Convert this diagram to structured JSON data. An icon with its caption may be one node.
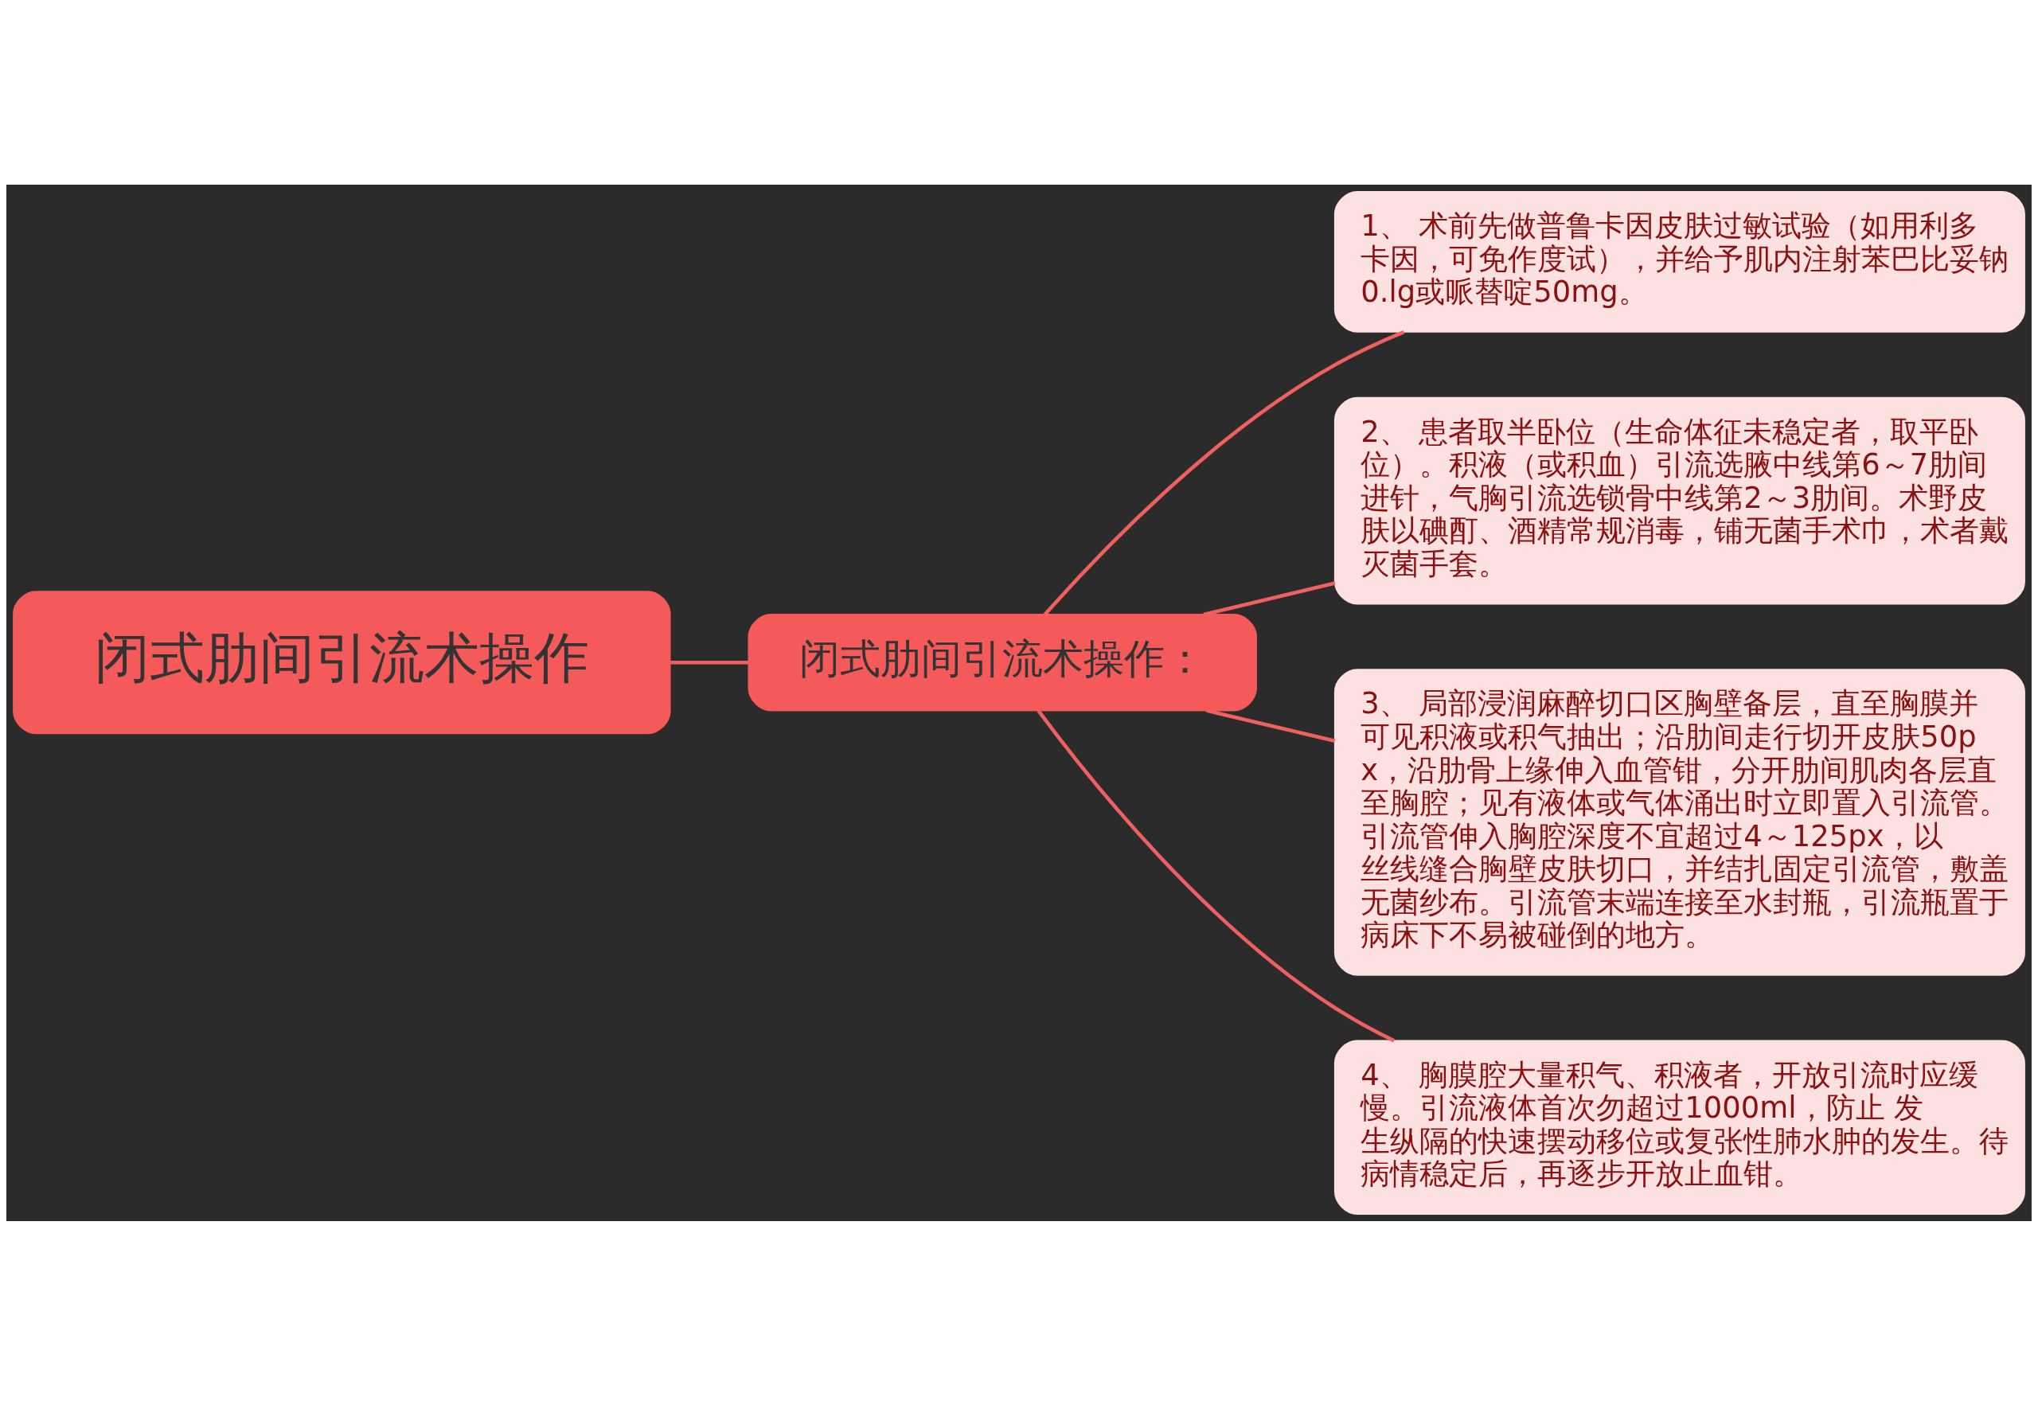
{
  "diagram": {
    "nodes": [
      {
        "text": [
          "闭式肋间引流术操作"
        ]
      },
      {
        "text": [
          "闭式肋间引流术操作："
        ]
      },
      {
        "text": [
          "1、 术前先做普鲁卡因皮肤过敏试验（如用利多卡因，可免作度试），并给予肌内注射苯巴比妥钠0.lg或哌替啶50mg。"
        ]
      },
      {
        "text": [
          "2、 患者取半卧位（生命体征未稳定者，取平卧位）。积液（或积血）引流选腋中线第6～7肋间进针，气胸引流选锁骨中线第2～3肋间。术野皮肤以碘酊、酒精常规消毒，铺无菌手术巾，术者戴灭菌手套。"
        ]
      },
      {
        "text": [
          "3、 局部浸润麻醉切口区胸壁备层，直至胸膜并可见积液或积气抽出；沿肋间走行切开皮肤50px，沿肋骨上缘伸入血管钳，分开肋间肌肉各层直至胸腔；见有液体或气体涌出时立即置入引流管。引流管伸入胸腔深度不宜超过4～125px，以丝线缝合胸壁皮肤切口，并结扎固定引流管，敷盖无菌纱布。引流管末端连接至水封瓶，引流瓶置于病床下不易被碰倒的地方。"
        ]
      },
      {
        "text": [
          "4、 胸膜腔大量积气、积液者，开放引流时应缓慢。引流液体首次勿超过1000ml，防止 发生纵隔的快速摆动移位或复张性肺水肿的发生。待病情稳定后，再逐步开放止血钳。"
        ]
      }
    ],
    "edges": [
      {
        "from": 0,
        "to": 1,
        "arrow": "none"
      },
      {
        "from": 1,
        "to": 2,
        "arrow": "none"
      },
      {
        "from": 1,
        "to": 3,
        "arrow": "none"
      },
      {
        "from": 1,
        "to": 4,
        "arrow": "none"
      },
      {
        "from": 1,
        "to": 5,
        "arrow": "none"
      }
    ]
  }
}
